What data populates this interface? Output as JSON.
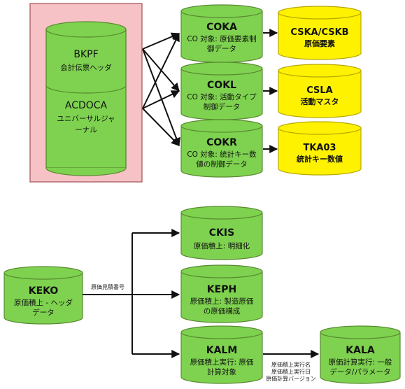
{
  "top_group": {
    "bkpf": {
      "name": "BKPF",
      "desc": [
        "会計伝票ヘッダ"
      ]
    },
    "acdoca": {
      "name": "ACDOCA",
      "desc": [
        "ユニバーサルジャ",
        "ーナル"
      ]
    }
  },
  "co_tables": [
    {
      "name": "COKA",
      "desc": [
        "CO 対象: 原価要素制",
        "御データ"
      ]
    },
    {
      "name": "COKL",
      "desc": [
        "CO 対象: 活動タイプ",
        "制御データ"
      ]
    },
    {
      "name": "COKR",
      "desc": [
        "CO 対象: 統計キー数",
        "値の制御データ"
      ]
    }
  ],
  "master_tables": [
    {
      "name": "CSKA/CSKB",
      "desc": [
        "原価要素"
      ]
    },
    {
      "name": "CSLA",
      "desc": [
        "活動マスタ"
      ]
    },
    {
      "name": "TKA03",
      "desc": [
        "統計キー数値"
      ]
    }
  ],
  "keko": {
    "name": "KEKO",
    "desc": [
      "原価積上 - ヘッダ",
      "データ"
    ]
  },
  "costing_tables": [
    {
      "name": "CKIS",
      "desc": [
        "原価積上: 明細化"
      ]
    },
    {
      "name": "KEPH",
      "desc": [
        "原価積上: 製造原価",
        "の原価構成"
      ]
    },
    {
      "name": "KALM",
      "desc": [
        "原価積上実行: 原価",
        "計算対象"
      ]
    }
  ],
  "kala": {
    "name": "KALA",
    "desc": [
      "原価計算実行: 一般",
      "データ/パラメータ"
    ]
  },
  "edge_labels": {
    "keko_link": "原価見積番号",
    "kalm_kala": [
      "原価積上実行名",
      "原価積上実行日",
      "原価計算バージョン"
    ]
  }
}
